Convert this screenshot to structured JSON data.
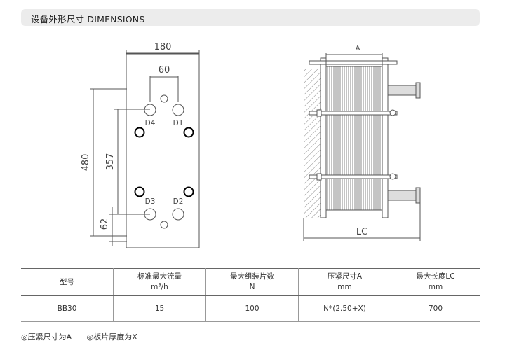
{
  "header": {
    "title": "设备外形尺寸  DIMENSIONS"
  },
  "front_view": {
    "width_label": "180",
    "port_spacing_label": "60",
    "height_label": "480",
    "port_center_height_label": "357",
    "bottom_offset_label": "62",
    "ports": [
      "D4",
      "D1",
      "D3",
      "D2"
    ]
  },
  "side_view": {
    "top_dim_label": "A",
    "bottom_dim_label": "LC"
  },
  "table": {
    "headers": [
      {
        "line1": "型号",
        "line2": ""
      },
      {
        "line1": "标准最大流量",
        "line2": "m³/h"
      },
      {
        "line1": "最大组装片数",
        "line2": "N"
      },
      {
        "line1": "压紧尺寸A",
        "line2": "mm"
      },
      {
        "line1": "最大长度LC",
        "line2": "mm"
      }
    ],
    "rows": [
      [
        "BB30",
        "15",
        "100",
        "N*(2.50+X)",
        "700"
      ]
    ]
  },
  "notes": {
    "note1": "◎压紧尺寸为A",
    "note2": "◎板片厚度为X"
  }
}
